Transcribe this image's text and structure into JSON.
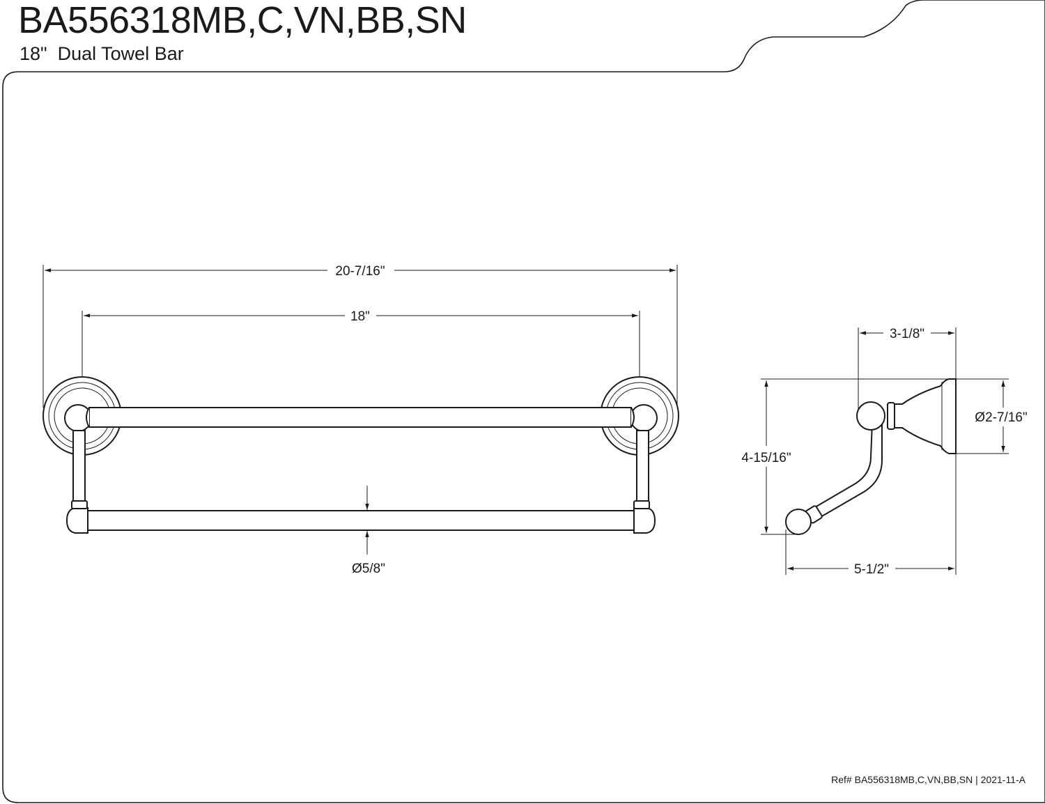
{
  "header": {
    "model": "BA556318MB,C,VN,BB,SN",
    "description": "18\"  Dual Towel Bar"
  },
  "dimensions": {
    "overall_length": "20-7/16\"",
    "center_to_center": "18\"",
    "bar_diameter": "Ø5/8\"",
    "projection_top": "3-1/8\"",
    "height": "4-15/16\"",
    "flange_diameter": "Ø2-7/16\"",
    "projection_total": "5-1/2\""
  },
  "footer": {
    "reference": "Ref# BA556318MB,C,VN,BB,SN | 2021-11-A"
  }
}
